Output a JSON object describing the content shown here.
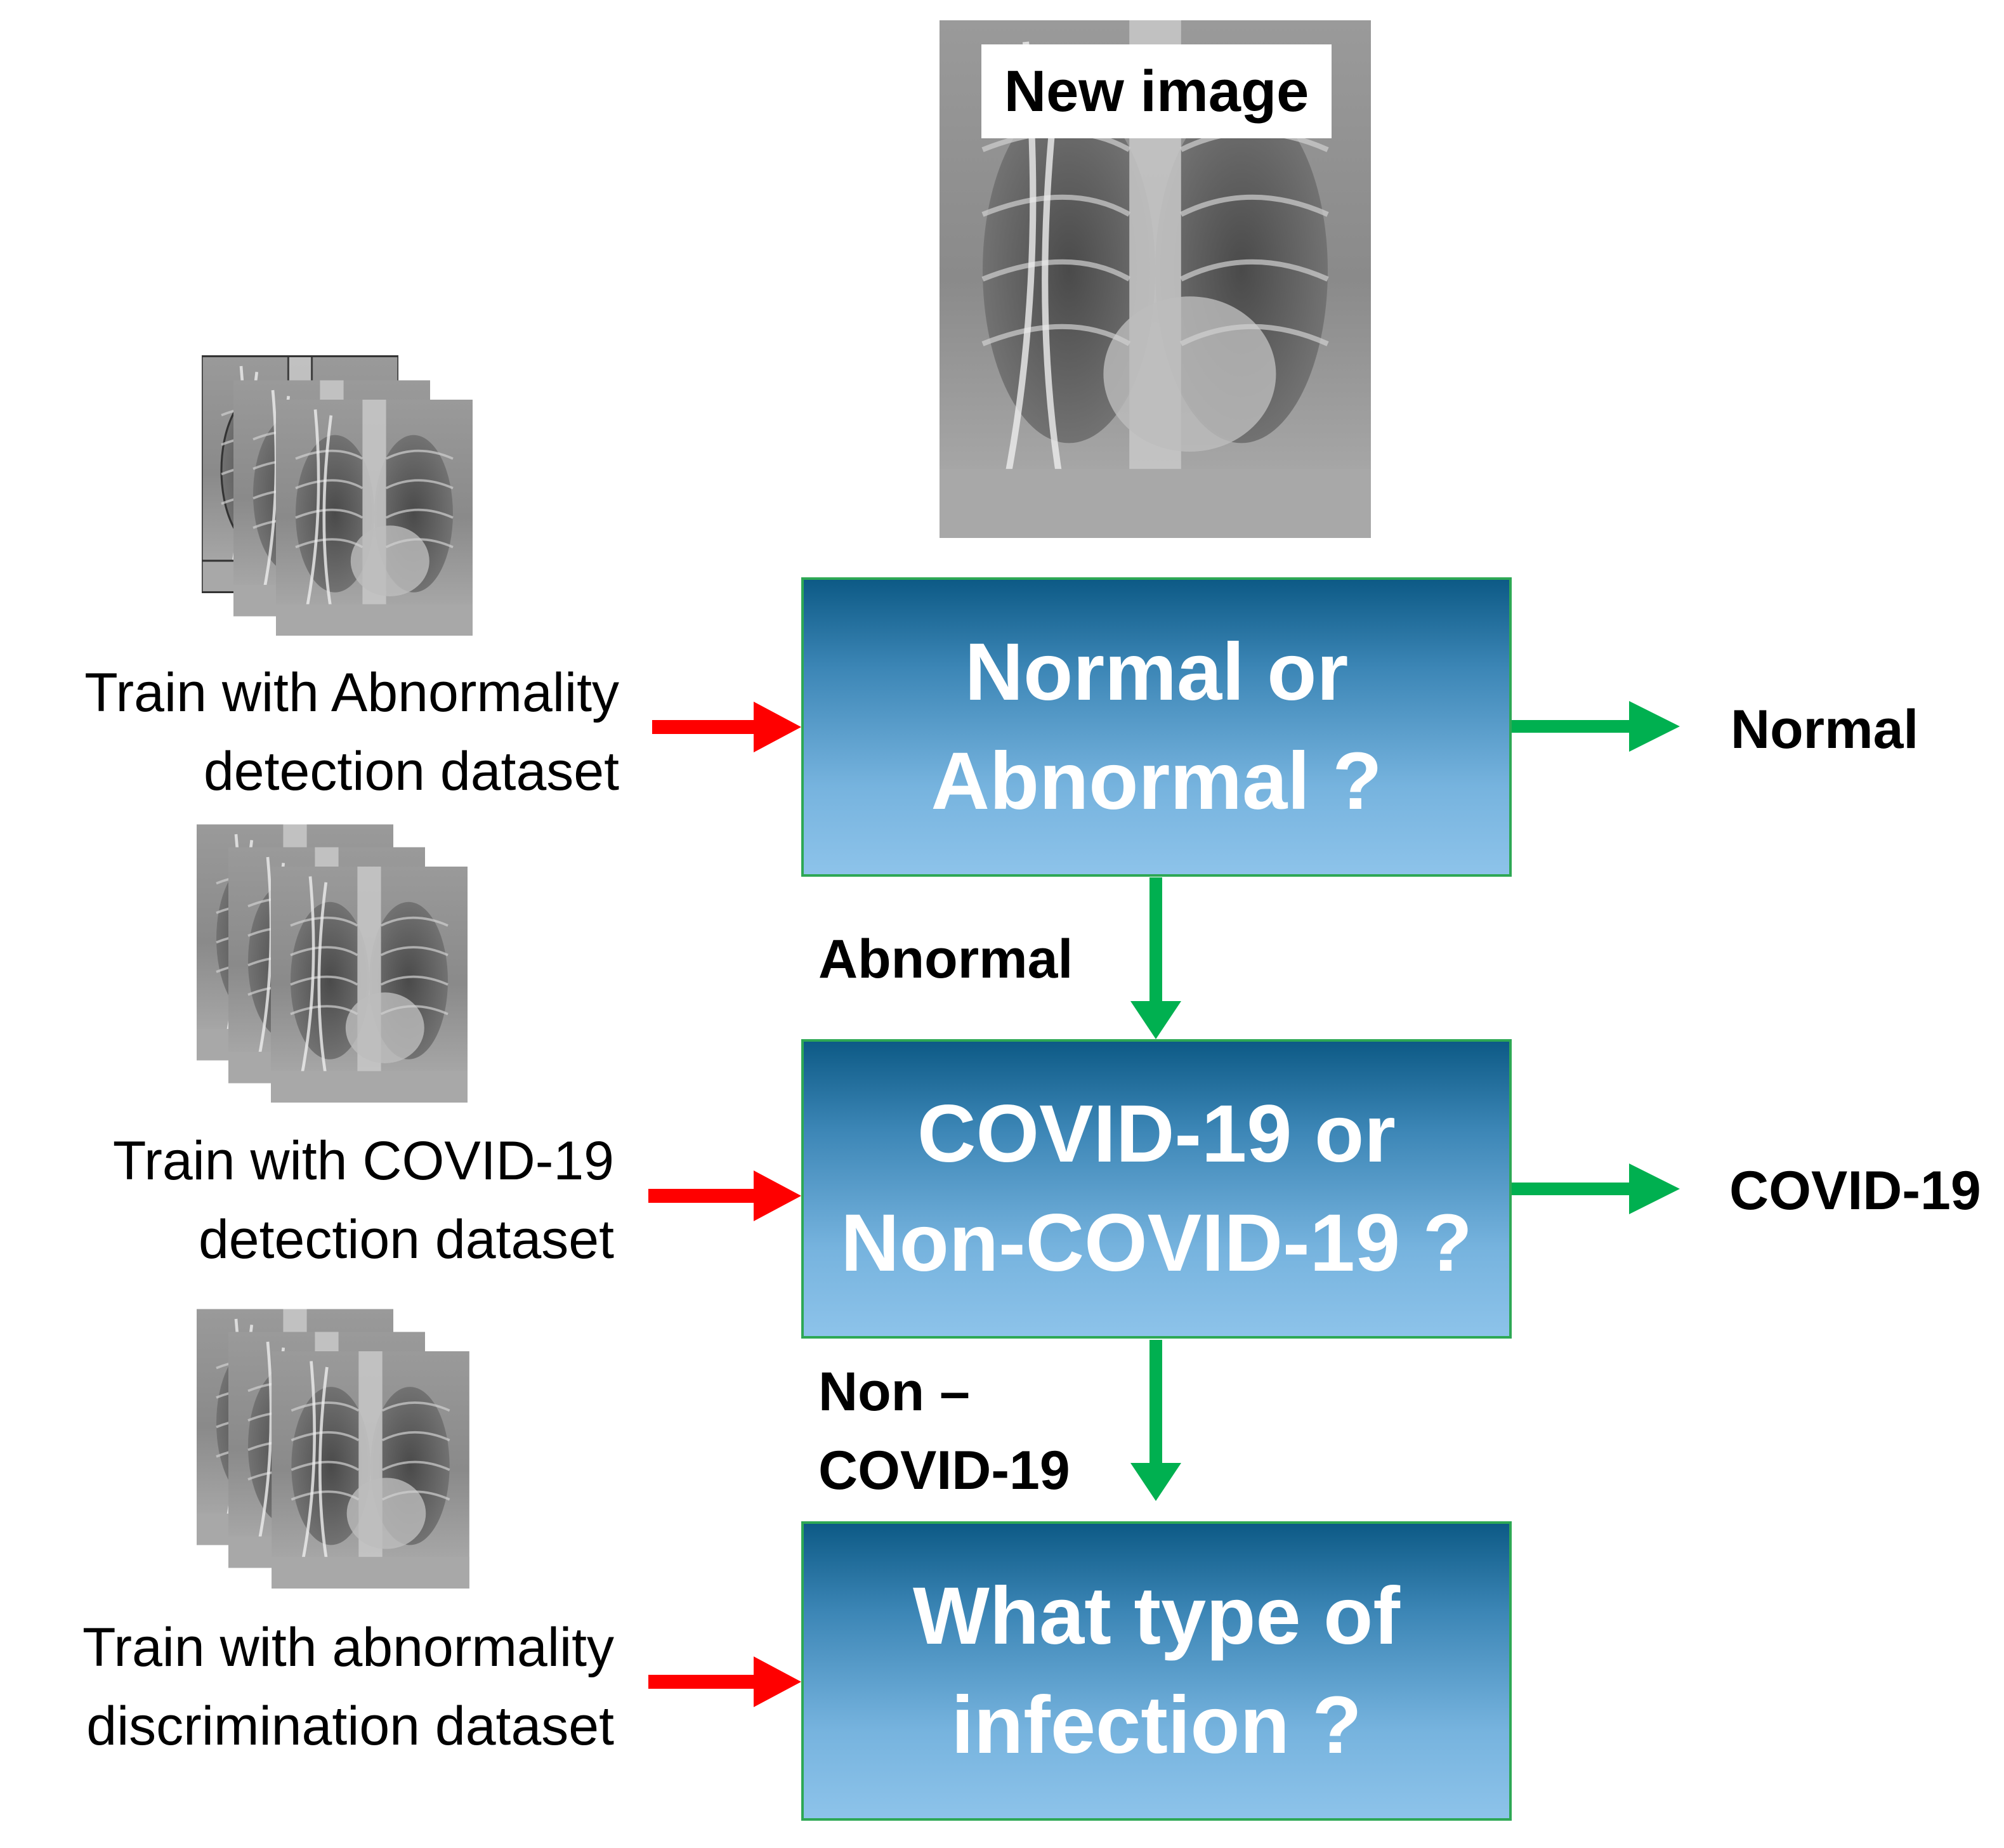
{
  "new_image_label": "New image",
  "boxes": [
    {
      "text": "Normal or\nAbnormal ?"
    },
    {
      "text": "COVID-19 or\nNon-COVID-19 ?"
    },
    {
      "text": "What type of\ninfection ?"
    }
  ],
  "training": [
    {
      "text": "Train with Abnormality\ndetection dataset"
    },
    {
      "text": "Train with COVID-19\ndetection dataset"
    },
    {
      "text": "Train with abnormality\ndiscrimination dataset"
    }
  ],
  "outputs": {
    "normal": "Normal",
    "covid": "COVID-19",
    "abnormal": "Abnormal",
    "non_covid": "Non –\nCOVID-19"
  },
  "colors": {
    "input_arrow": "#ff0000",
    "flow_arrow": "#00b050",
    "box_top": "#0d5a86",
    "box_bottom": "#8dc3ea"
  },
  "icons": [
    "chest-xray-image",
    "xray-stack-icon"
  ]
}
